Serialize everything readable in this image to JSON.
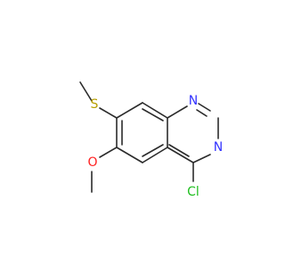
{
  "molecule": {
    "atoms": {
      "n1": {
        "label": "N",
        "color": "#3333ff"
      },
      "n3": {
        "label": "N",
        "color": "#3333ff"
      },
      "cl": {
        "label": "Cl",
        "color": "#1fbf1f"
      },
      "s": {
        "label": "S",
        "color": "#b8a000"
      },
      "o": {
        "label": "O",
        "color": "#ff2020"
      }
    },
    "bond_color": "#2b2b2b"
  }
}
